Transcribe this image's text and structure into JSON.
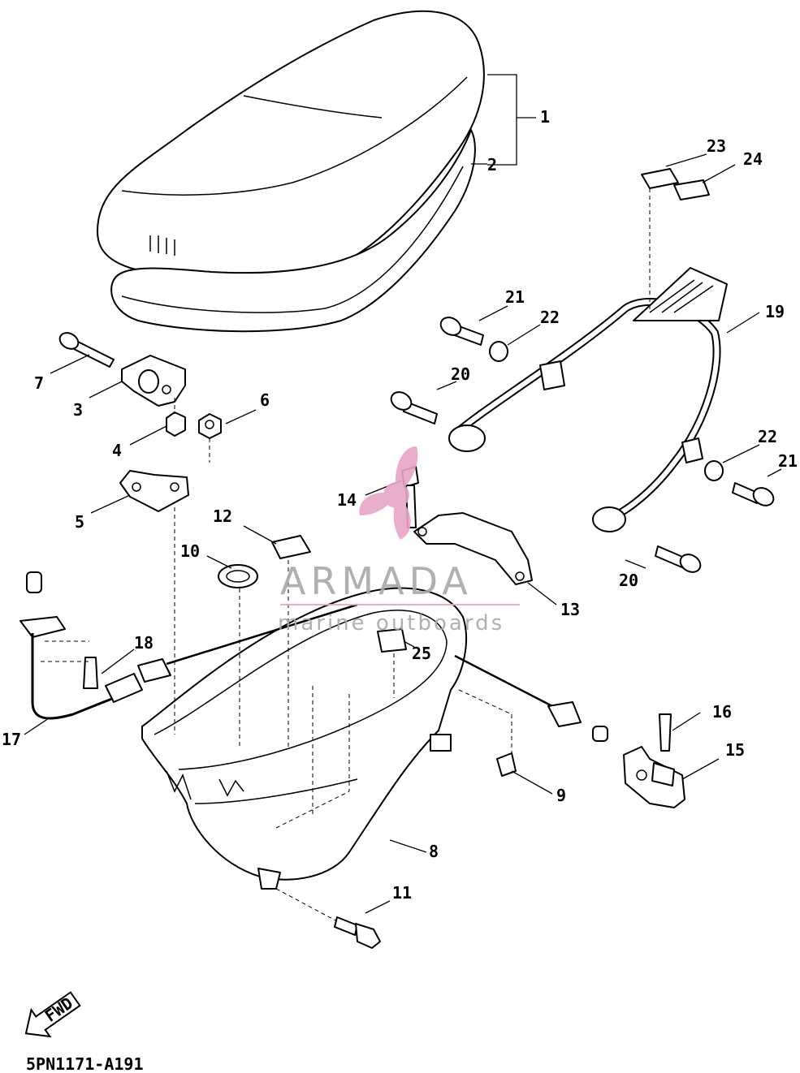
{
  "figure_code": "5PN1171-A191",
  "fwd_label": "FWD",
  "watermark": {
    "brand": "ARMADA",
    "tagline": "marine outboards",
    "logo_color": "#e7a6c8",
    "text_color": "#a8a8a8"
  },
  "callouts": [
    "1",
    "2",
    "3",
    "4",
    "5",
    "6",
    "7",
    "8",
    "9",
    "10",
    "11",
    "12",
    "13",
    "14",
    "15",
    "16",
    "17",
    "18",
    "19",
    "20",
    "20",
    "21",
    "21",
    "22",
    "22",
    "23",
    "24",
    "25"
  ]
}
